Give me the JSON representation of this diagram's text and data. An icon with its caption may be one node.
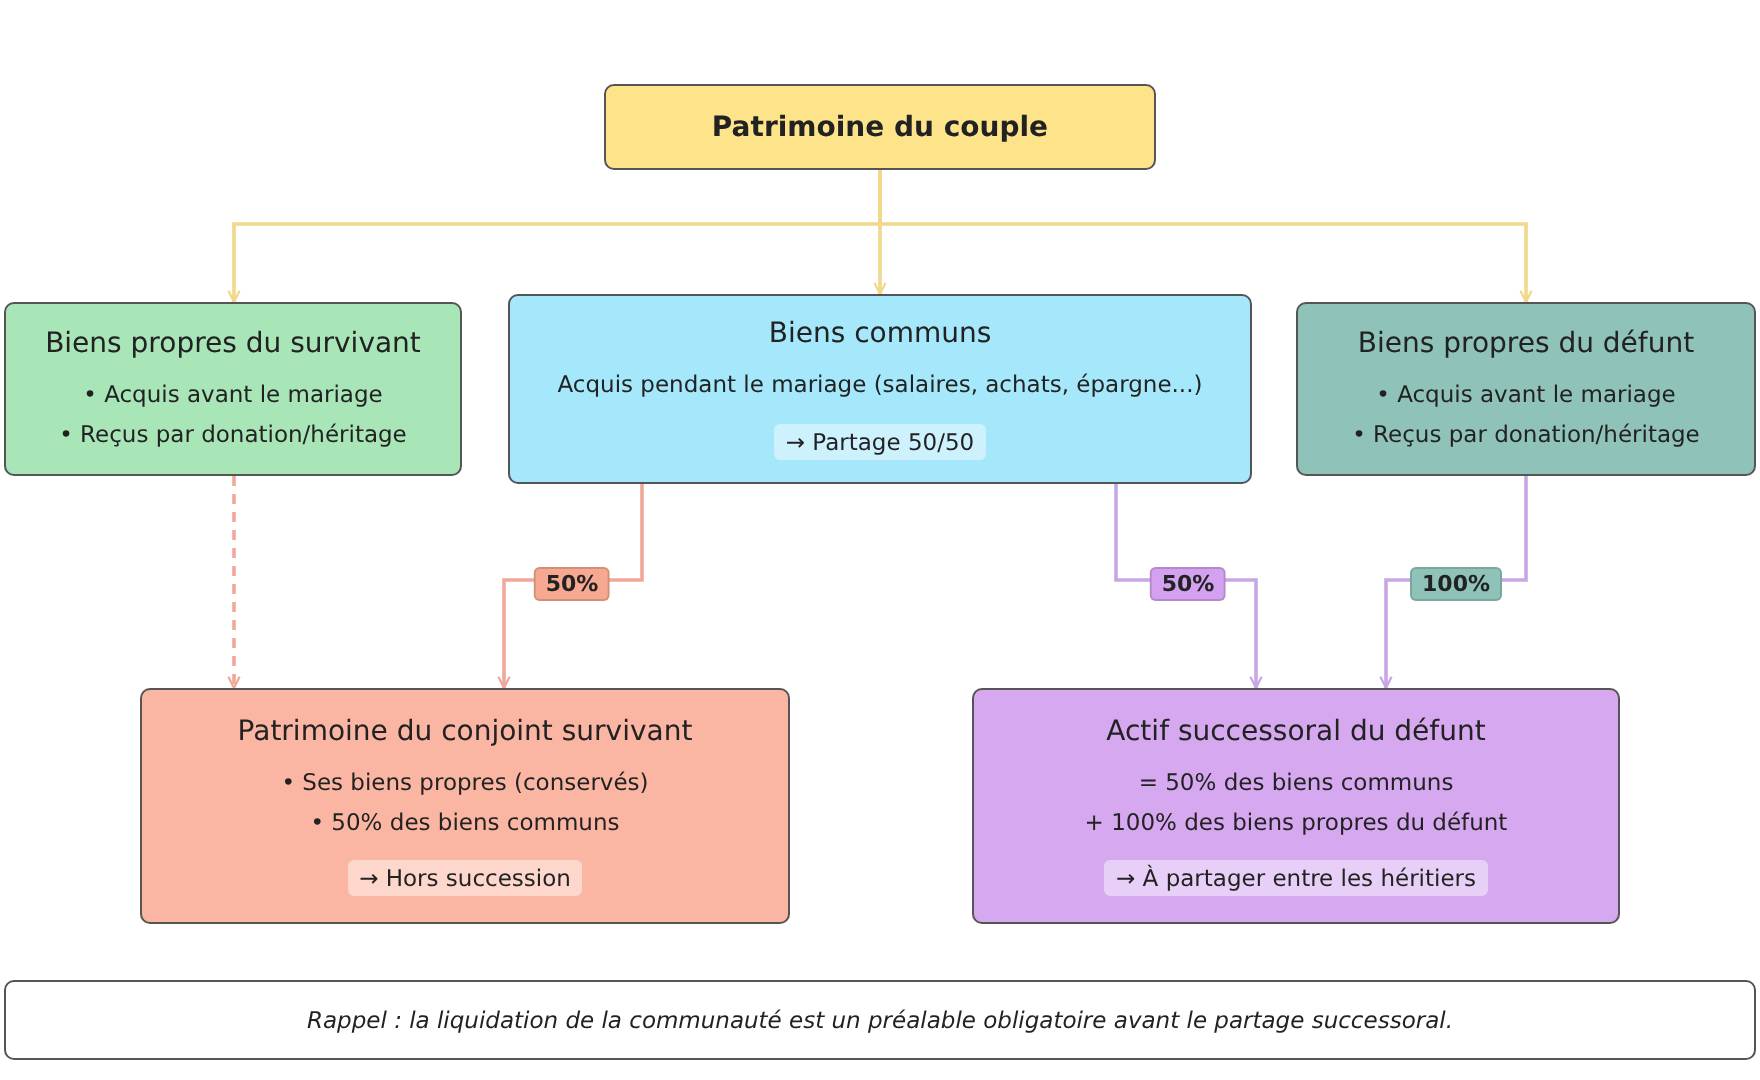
{
  "diagram": {
    "nodes": [
      {
        "text": [
          "Patrimoine du couple"
        ]
      },
      {
        "text": [
          "Biens propres du survivant",
          "• Acquis avant le mariage",
          "• Reçus par donation/héritage"
        ]
      },
      {
        "text": [
          "Biens communs",
          "Acquis pendant le mariage (salaires, achats, épargne...)",
          "→ Partage 50/50"
        ]
      },
      {
        "text": [
          "Biens propres du défunt",
          "• Acquis avant le mariage",
          "• Reçus par donation/héritage"
        ]
      },
      {
        "text": [
          "Patrimoine du conjoint survivant",
          "• Ses biens propres (conservés)",
          "• 50% des biens communs",
          "→ Hors succession"
        ]
      },
      {
        "text": [
          "Actif successoral du défunt",
          "= 50% des biens communs",
          "+ 100% des biens propres du défunt",
          "→ À partager entre les héritiers"
        ]
      },
      {
        "text": [
          "Rappel : la liquidation de la communauté est un préalable obligatoire avant le partage successoral."
        ]
      }
    ],
    "edges": [
      {
        "from": 0,
        "to": 1,
        "arrow": "to"
      },
      {
        "from": 0,
        "to": 2,
        "arrow": "to"
      },
      {
        "from": 0,
        "to": 3,
        "arrow": "to"
      },
      {
        "from": 1,
        "to": 4,
        "arrow": "to",
        "style": "dashed",
        "color": "#f0a898"
      },
      {
        "from": 2,
        "to": 4,
        "arrow": "to",
        "label": "50%",
        "color": "#f0a898"
      },
      {
        "from": 2,
        "to": 5,
        "arrow": "to",
        "label": "50%",
        "color": "#c9a6e8"
      },
      {
        "from": 3,
        "to": 5,
        "arrow": "to",
        "label": "100%",
        "color": "#c9a6e8"
      }
    ]
  }
}
